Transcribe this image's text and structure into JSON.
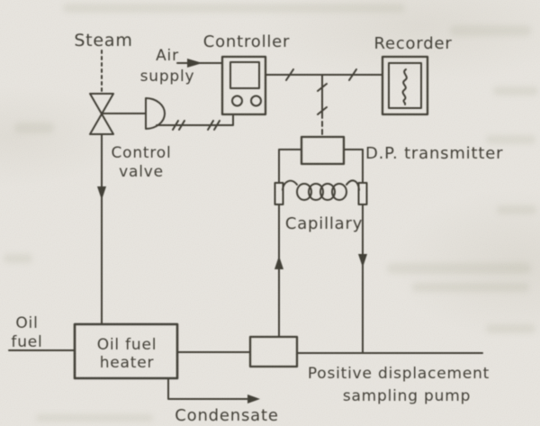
{
  "figure": "process and instrumentation diagram",
  "components": {
    "steam": {
      "label": "Steam"
    },
    "air_supply": {
      "line1": "Air",
      "line2": "supply"
    },
    "controller": {
      "label": "Controller"
    },
    "recorder": {
      "label": "Recorder"
    },
    "control_valve": {
      "line1": "Control",
      "line2": "valve"
    },
    "dp_transmitter": {
      "label": "D.P. transmitter"
    },
    "capillary": {
      "label": "Capillary"
    },
    "oil_fuel_inlet": {
      "line1": "Oil",
      "line2": "fuel"
    },
    "oil_fuel_heater": {
      "line1": "Oil fuel",
      "line2": "heater"
    },
    "condensate": {
      "label": "Condensate"
    },
    "sampling_pump": {
      "line1": "Positive displacement",
      "line2": "sampling pump"
    }
  },
  "symbols": [
    "control-valve-icon",
    "valve-actuator-icon",
    "capillary-coil-icon",
    "flow-arrow-icons",
    "pneumatic-signal-hash-marks",
    "recorder-trace-icon"
  ],
  "colors": {
    "ink": "#3d3a33",
    "paper": "#e8e5df"
  }
}
